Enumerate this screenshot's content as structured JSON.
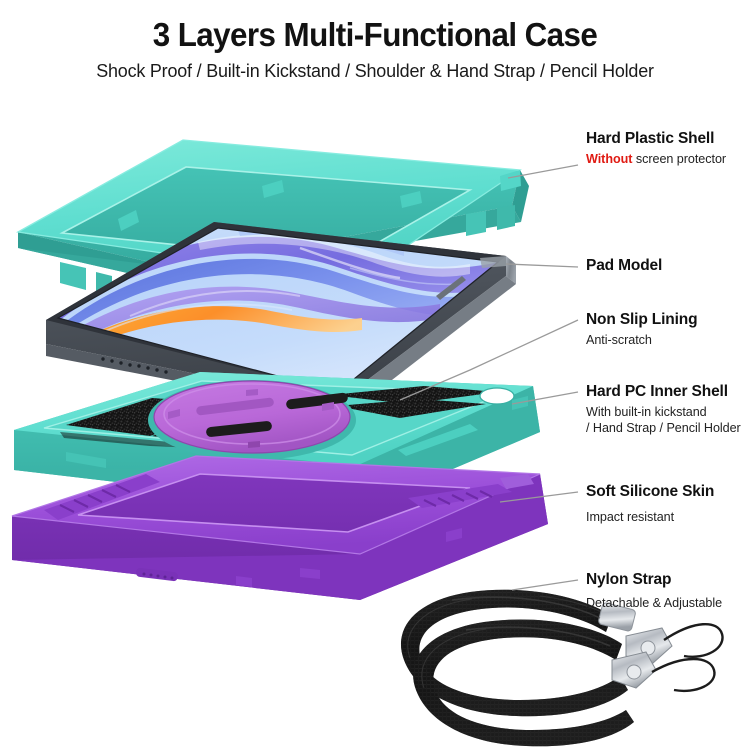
{
  "header": {
    "title": "3 Layers Multi-Functional Case",
    "subtitle": "Shock Proof / Built-in Kickstand / Shoulder & Hand Strap / Pencil Holder"
  },
  "annotations": [
    {
      "id": "hard-plastic-shell",
      "title": "Hard Plastic Shell",
      "sub_prefix": "Without",
      "sub_rest": " screen protector",
      "highlight_color": "#e01b13"
    },
    {
      "id": "pad-model",
      "title": "Pad Model",
      "sub": ""
    },
    {
      "id": "non-slip-lining",
      "title": "Non Slip Lining",
      "sub": "Anti-scratch"
    },
    {
      "id": "hard-pc-inner-shell",
      "title": "Hard PC Inner Shell",
      "sub_line1": "With built-in kickstand",
      "sub_line2": "/ Hand Strap / Pencil Holder"
    },
    {
      "id": "soft-silicone-skin",
      "title": "Soft Silicone Skin",
      "sub": "Impact resistant"
    },
    {
      "id": "nylon-strap",
      "title": "Nylon Strap",
      "sub": "Detachable & Adjustable"
    }
  ],
  "colors": {
    "background": "#ffffff",
    "mint": "#5fded0",
    "mint_dark": "#3fb8ac",
    "mint_light": "#93eee2",
    "purple": "#9b4fd9",
    "purple_dark": "#7a36b5",
    "purple_light": "#bb7fe8",
    "disc_purple": "#b968d8",
    "disc_purple_dark": "#9a4fba",
    "tablet_body": "#4a4f57",
    "tablet_edge": "#8d949c",
    "velcro_black": "#1a1a1a",
    "strap_black": "#141414",
    "metal_silver": "#c9ccd1",
    "leader_line": "#9a9a9a",
    "text_dark": "#111111"
  },
  "parts": {
    "top_shell": "mint hard plastic bezel frame, open center, clip tabs",
    "tablet": "pad model tablet, dark gray body, abstract flowing ribbon wallpaper",
    "inner_shell": "mint PC inner tray with black non-slip velcro lining panels and purple rotating kickstand disc",
    "silicone": "purple soft silicone bumper frame with ribbed grip corners",
    "strap": "black coiled nylon shoulder strap with silver swivel clips and cord loops"
  }
}
